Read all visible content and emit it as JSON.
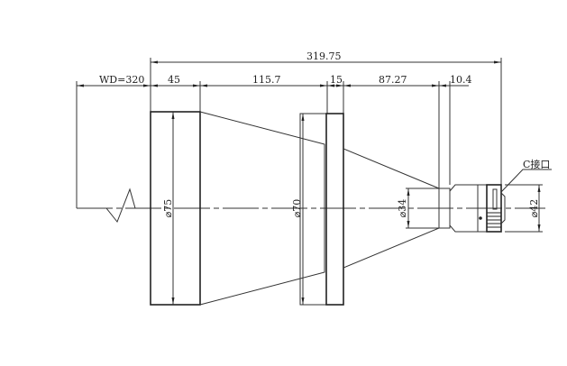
{
  "drawing": {
    "overall_length": "319.75",
    "dimensions": {
      "wd": "WD=320",
      "front_barrel": "45",
      "front_cone": "115.7",
      "flange": "15",
      "rear_cone": "87.27",
      "tube": "10.4"
    },
    "diameters": {
      "front": "⌀75",
      "flange": "⌀70",
      "tube": "⌀34",
      "mount": "⌀42"
    },
    "mount_label": "C接口",
    "line_color": "#333333"
  }
}
